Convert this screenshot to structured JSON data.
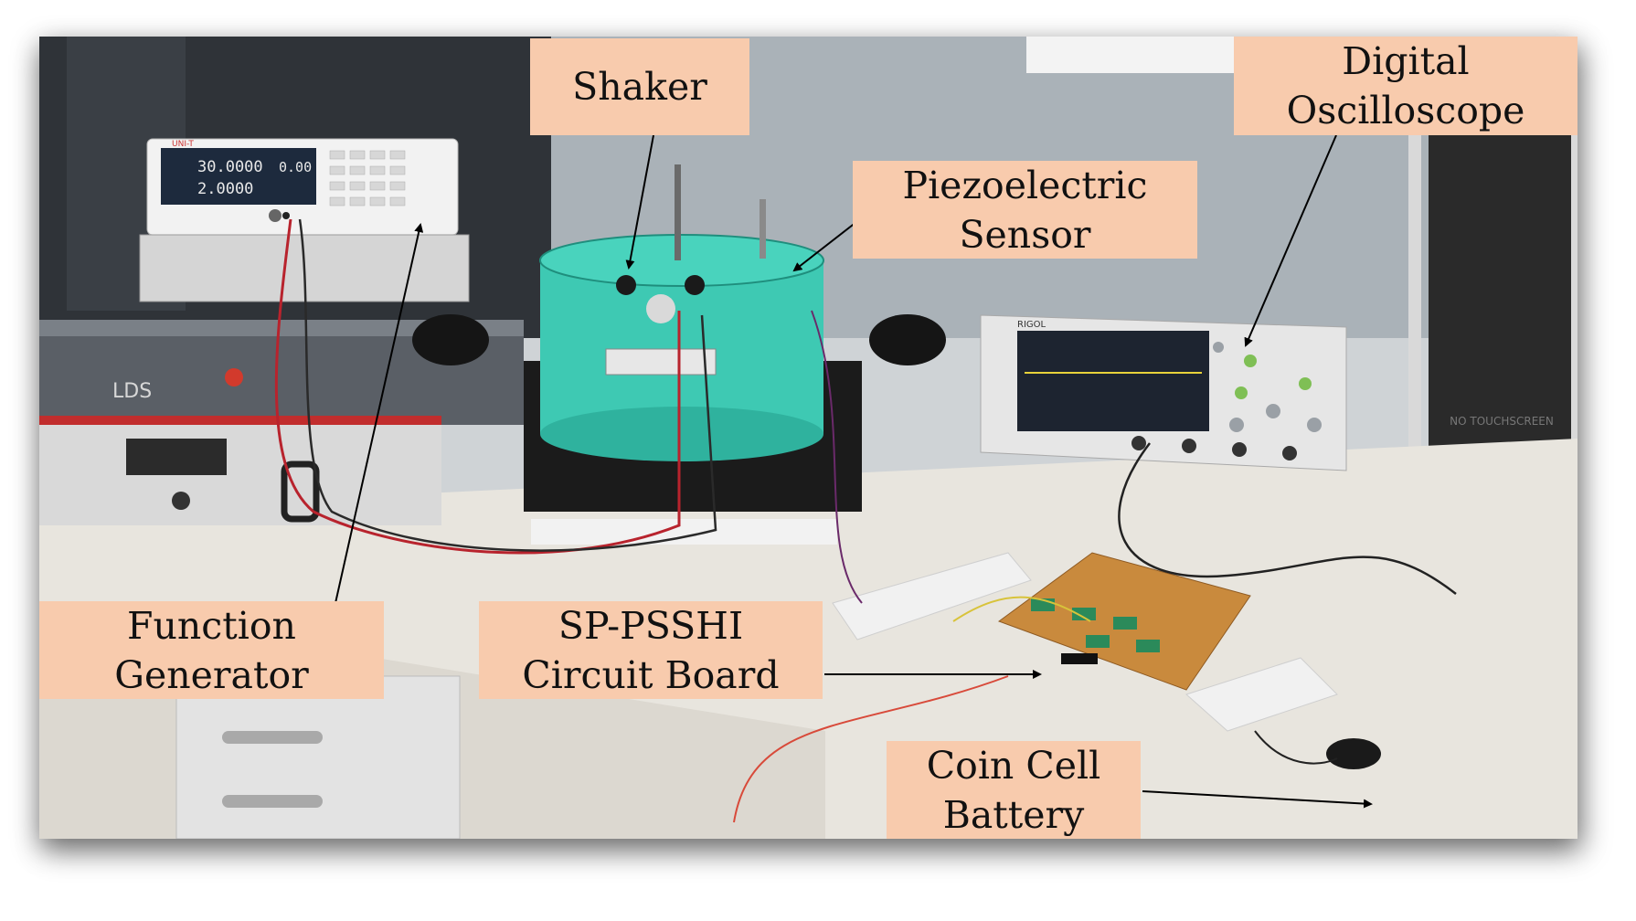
{
  "labels": {
    "shaker": [
      "Shaker"
    ],
    "piezo": [
      "Piezoelectric",
      "Sensor"
    ],
    "oscilloscope": [
      "Digital",
      "Oscilloscope"
    ],
    "function_generator": [
      "Function",
      "Generator"
    ],
    "circuit_board": [
      "SP-PSSHI",
      "Circuit Board"
    ],
    "battery": [
      "Coin Cell",
      "Battery"
    ]
  },
  "devices": {
    "fg_display_line1": "30.0000",
    "fg_display_line2": "2.0000",
    "fg_display_phase": "0.00",
    "fg_brand": "UNI-T",
    "amp_brand": "LDS",
    "scope_brand": "RIGOL",
    "monitor_note": "NO TOUCHSCREEN"
  },
  "colors": {
    "label_fill": "#f8cbad",
    "shaker_body": "#3ec9b3",
    "desk": "#e9e6df",
    "scope_screen": "#1d2430",
    "trace": "#e8d23a"
  }
}
